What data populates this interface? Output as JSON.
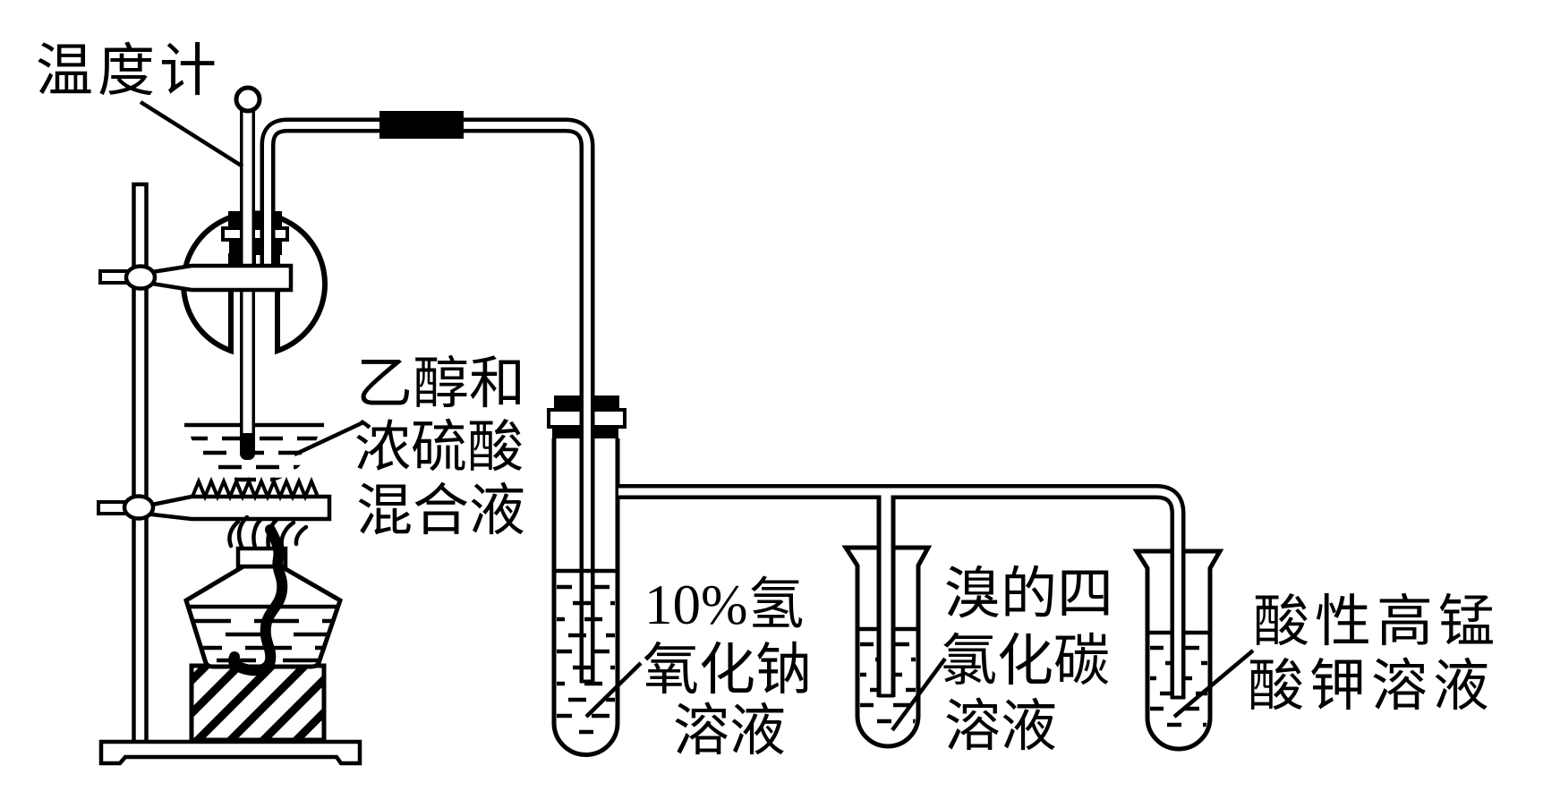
{
  "diagram": {
    "background": "#ffffff",
    "ink": "#000000",
    "labels": {
      "thermometer": "温度计",
      "flask_contents": {
        "lines": [
          "乙醇和",
          "浓硫酸",
          "混合液"
        ]
      },
      "wash_tube_1": {
        "lines": [
          "10%氢",
          "氧化钠",
          "溶液"
        ]
      },
      "wash_tube_2": {
        "lines": [
          "溴的四",
          "氯化碳",
          "溶液"
        ]
      },
      "wash_tube_3": {
        "lines": [
          "酸性高锰",
          "酸钾溶液"
        ]
      }
    }
  }
}
